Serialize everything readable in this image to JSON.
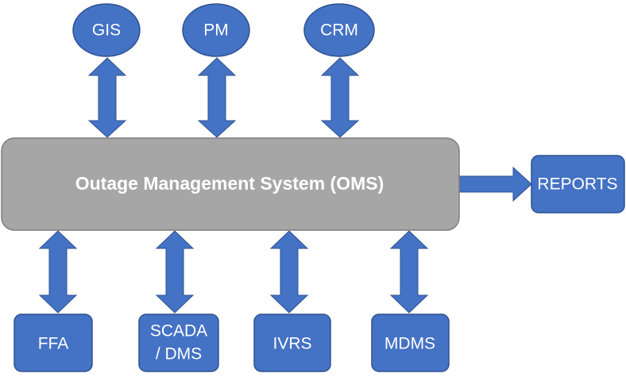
{
  "core": {
    "label": "Outage Management System (OMS)",
    "color": "#a6a6a6",
    "stroke": "#7f7f7f"
  },
  "node_color": "#4472c4",
  "node_stroke": "#2f528f",
  "top_nodes": [
    {
      "label": "GIS"
    },
    {
      "label": "PM"
    },
    {
      "label": "CRM"
    }
  ],
  "side_node": {
    "label": "REPORTS"
  },
  "bottom_nodes": [
    {
      "lines": [
        "FFA"
      ]
    },
    {
      "lines": [
        "SCADA",
        "/ DMS"
      ]
    },
    {
      "lines": [
        "IVRS"
      ]
    },
    {
      "lines": [
        "MDMS"
      ]
    }
  ]
}
